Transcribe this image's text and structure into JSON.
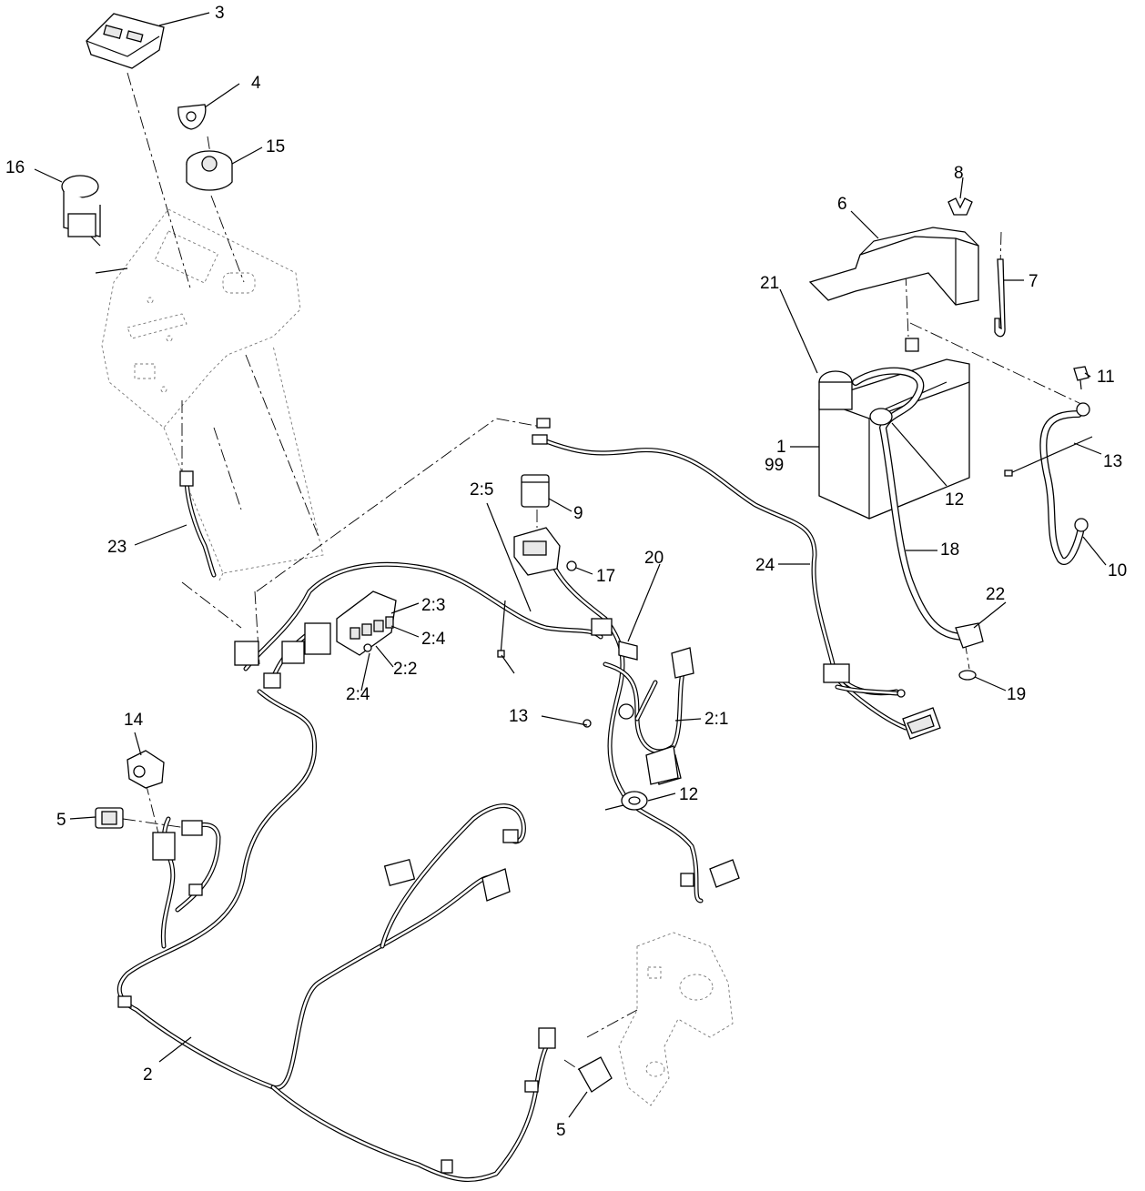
{
  "callouts": {
    "c1": "1",
    "c99": "99",
    "c2": "2",
    "c2_1": "2:1",
    "c2_2": "2:2",
    "c2_3": "2:3",
    "c2_4a": "2:4",
    "c2_4b": "2:4",
    "c2_5": "2:5",
    "c3": "3",
    "c4": "4",
    "c5a": "5",
    "c5b": "5",
    "c6": "6",
    "c7": "7",
    "c8": "8",
    "c9": "9",
    "c10": "10",
    "c11": "11",
    "c12a": "12",
    "c12b": "12",
    "c13a": "13",
    "c13b": "13",
    "c14": "14",
    "c15": "15",
    "c16": "16",
    "c17": "17",
    "c18": "18",
    "c19": "19",
    "c20": "20",
    "c21": "21",
    "c22": "22",
    "c23": "23",
    "c24": "24"
  }
}
